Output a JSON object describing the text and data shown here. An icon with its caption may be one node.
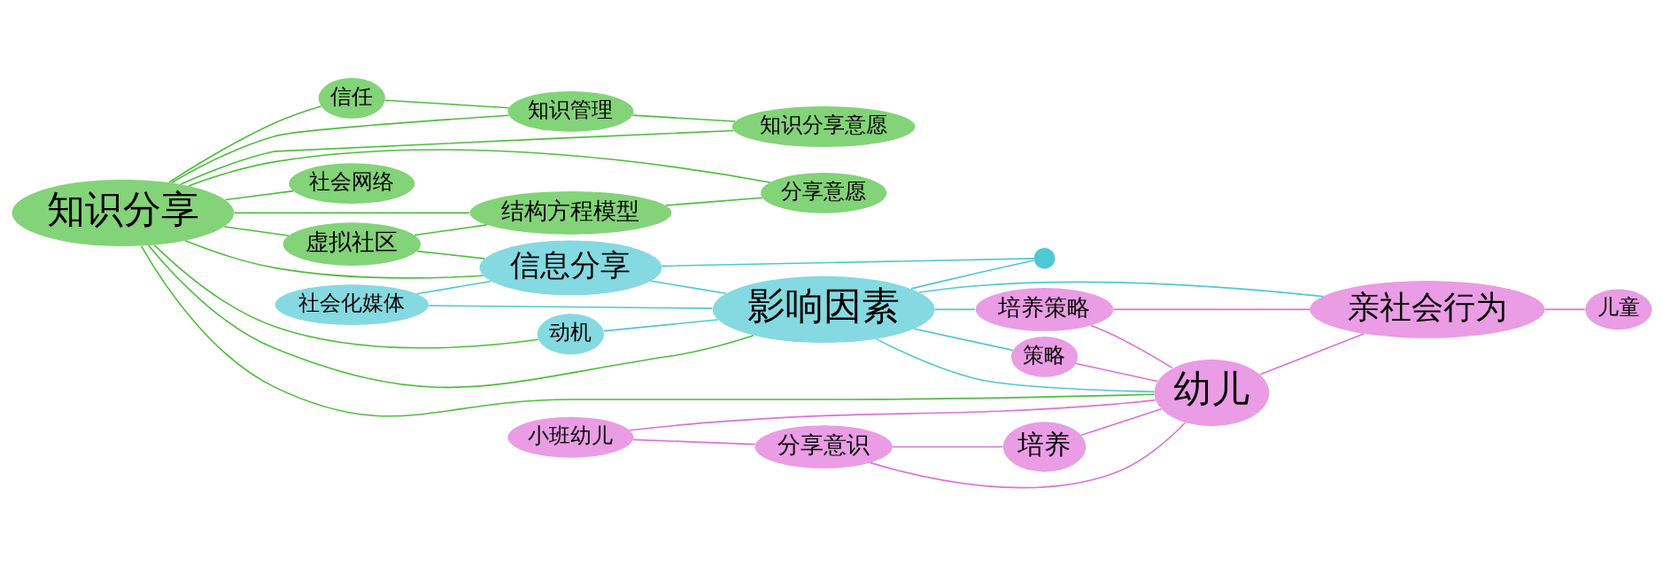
{
  "diagram": {
    "nodes": [
      {
        "text": [
          "知识分享"
        ]
      },
      {
        "text": [
          "信任"
        ]
      },
      {
        "text": [
          "知识管理"
        ]
      },
      {
        "text": [
          "知识分享意愿"
        ]
      },
      {
        "text": [
          "社会网络"
        ]
      },
      {
        "text": [
          "虚拟社区"
        ]
      },
      {
        "text": [
          "结构方程模型"
        ]
      },
      {
        "text": [
          "分享意愿"
        ]
      },
      {
        "text": [
          "动机"
        ]
      },
      {
        "text": [
          "社会化媒体"
        ]
      },
      {
        "text": [
          "影响因素"
        ]
      },
      {
        "text": [
          "信息分享"
        ]
      },
      {
        "text": [],
        "shape": "circle"
      },
      {
        "text": [
          "培养策略"
        ]
      },
      {
        "text": [
          "策略"
        ]
      },
      {
        "text": [
          "小班幼儿"
        ]
      },
      {
        "text": [
          "分享意识"
        ]
      },
      {
        "text": [
          "培养"
        ]
      },
      {
        "text": [
          "幼儿"
        ]
      },
      {
        "text": [
          "亲社会行为"
        ]
      },
      {
        "text": [
          "儿童"
        ]
      }
    ],
    "edges": [
      {
        "from": 0,
        "to": 1,
        "arrow": "none",
        "color": "#4cbf3c"
      },
      {
        "from": 0,
        "to": 2,
        "arrow": "none",
        "color": "#4cbf3c"
      },
      {
        "from": 0,
        "to": 3,
        "arrow": "none",
        "color": "#4cbf3c"
      },
      {
        "from": 0,
        "to": 4,
        "arrow": "none",
        "color": "#4cbf3c"
      },
      {
        "from": 0,
        "to": 5,
        "arrow": "none",
        "color": "#4cbf3c"
      },
      {
        "from": 0,
        "to": 6,
        "arrow": "none",
        "color": "#4cbf3c"
      },
      {
        "from": 0,
        "to": 7,
        "arrow": "none",
        "color": "#4cbf3c"
      },
      {
        "from": 0,
        "to": 8,
        "arrow": "none",
        "color": "#4cbf3c"
      },
      {
        "from": 0,
        "to": 10,
        "arrow": "none",
        "color": "#4cbf3c"
      },
      {
        "from": 0,
        "to": 11,
        "arrow": "none",
        "color": "#4cbf3c"
      },
      {
        "from": 1,
        "to": 2,
        "arrow": "none",
        "color": "#4cbf3c"
      },
      {
        "from": 2,
        "to": 3,
        "arrow": "none",
        "color": "#4cbf3c"
      },
      {
        "from": 5,
        "to": 6,
        "arrow": "none",
        "color": "#4cbf3c"
      },
      {
        "from": 6,
        "to": 7,
        "arrow": "none",
        "color": "#4cbf3c"
      },
      {
        "from": 5,
        "to": 11,
        "arrow": "none",
        "color": "#4cbf3c"
      },
      {
        "from": 11,
        "to": 10,
        "arrow": "none",
        "color": "#4ec8d4"
      },
      {
        "from": 9,
        "to": 10,
        "arrow": "none",
        "color": "#4ec8d4"
      },
      {
        "from": 8,
        "to": 10,
        "arrow": "none",
        "color": "#4ec8d4"
      },
      {
        "from": 9,
        "to": 11,
        "arrow": "none",
        "color": "#4ec8d4"
      },
      {
        "from": 10,
        "to": 12,
        "arrow": "none",
        "color": "#4ec8d4"
      },
      {
        "from": 11,
        "to": 12,
        "arrow": "none",
        "color": "#4ec8d4"
      },
      {
        "from": 10,
        "to": 18,
        "arrow": "none",
        "color": "#4ec8d4"
      },
      {
        "from": 10,
        "to": 19,
        "arrow": "none",
        "color": "#4ec8d4"
      },
      {
        "from": 10,
        "to": 13,
        "arrow": "none",
        "color": "#4ec8d4"
      },
      {
        "from": 10,
        "to": 14,
        "arrow": "none",
        "color": "#4ec8d4"
      },
      {
        "from": 0,
        "to": 18,
        "arrow": "none",
        "color": "#4cbf3c"
      },
      {
        "from": 13,
        "to": 18,
        "arrow": "none",
        "color": "#e070d8"
      },
      {
        "from": 14,
        "to": 18,
        "arrow": "none",
        "color": "#e070d8"
      },
      {
        "from": 15,
        "to": 18,
        "arrow": "none",
        "color": "#e070d8"
      },
      {
        "from": 16,
        "to": 18,
        "arrow": "none",
        "color": "#e070d8"
      },
      {
        "from": 17,
        "to": 18,
        "arrow": "none",
        "color": "#e070d8"
      },
      {
        "from": 18,
        "to": 19,
        "arrow": "none",
        "color": "#e070d8"
      },
      {
        "from": 19,
        "to": 20,
        "arrow": "none",
        "color": "#e070d8"
      },
      {
        "from": 13,
        "to": 19,
        "arrow": "none",
        "color": "#e070d8"
      },
      {
        "from": 15,
        "to": 16,
        "arrow": "none",
        "color": "#e070d8"
      },
      {
        "from": 16,
        "to": 17,
        "arrow": "none",
        "color": "#e070d8"
      }
    ]
  }
}
